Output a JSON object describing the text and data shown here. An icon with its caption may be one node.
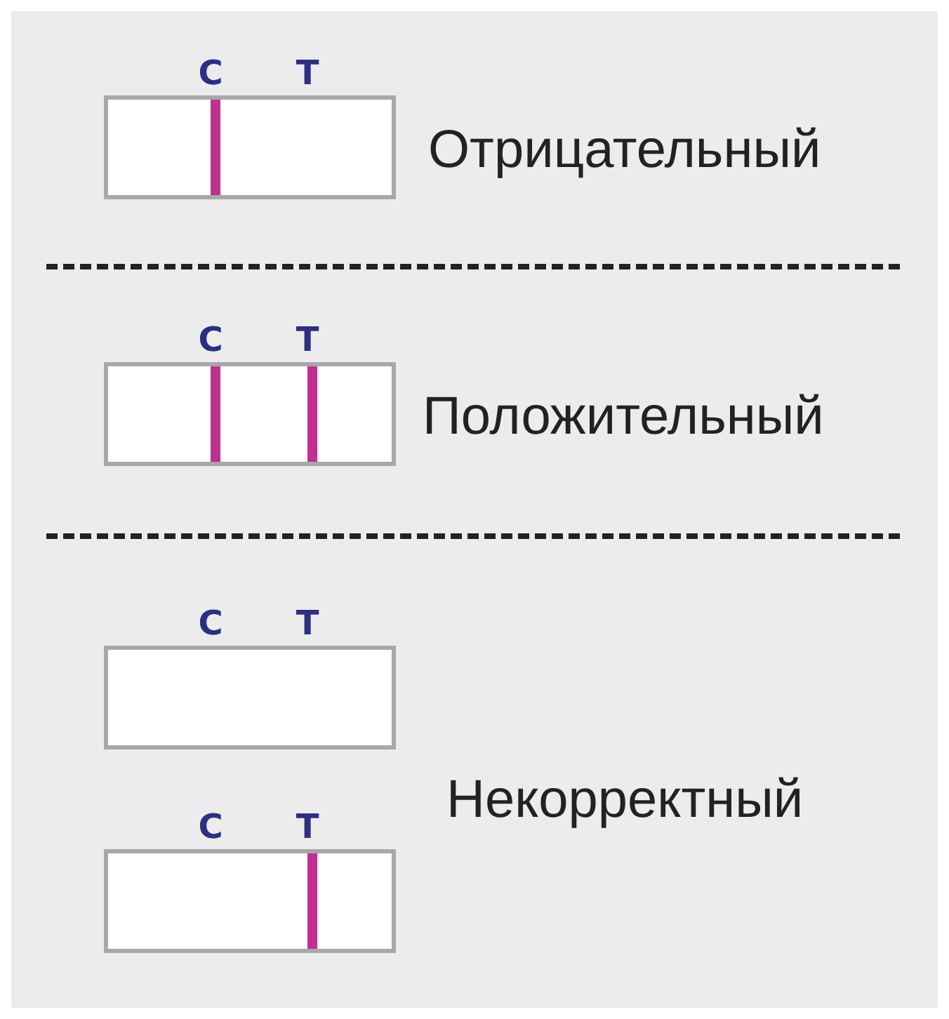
{
  "diagram": {
    "nodes": [
      {
        "text": [
          "C",
          "T"
        ]
      },
      {
        "text": [
          "C",
          "T"
        ]
      },
      {
        "text": [
          "C",
          "T"
        ]
      },
      {
        "text": [
          "C",
          "T"
        ]
      }
    ],
    "labels": [
      "Отрицательный",
      "Положительный",
      "Некорректный"
    ]
  }
}
